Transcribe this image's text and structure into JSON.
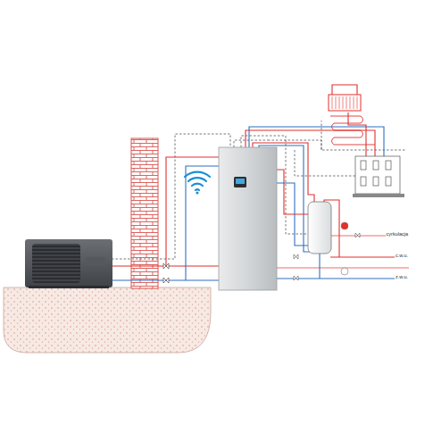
{
  "diagram": {
    "labels": [
      "cyrkulacja",
      "c.w.u.",
      "z.w.u."
    ]
  }
}
